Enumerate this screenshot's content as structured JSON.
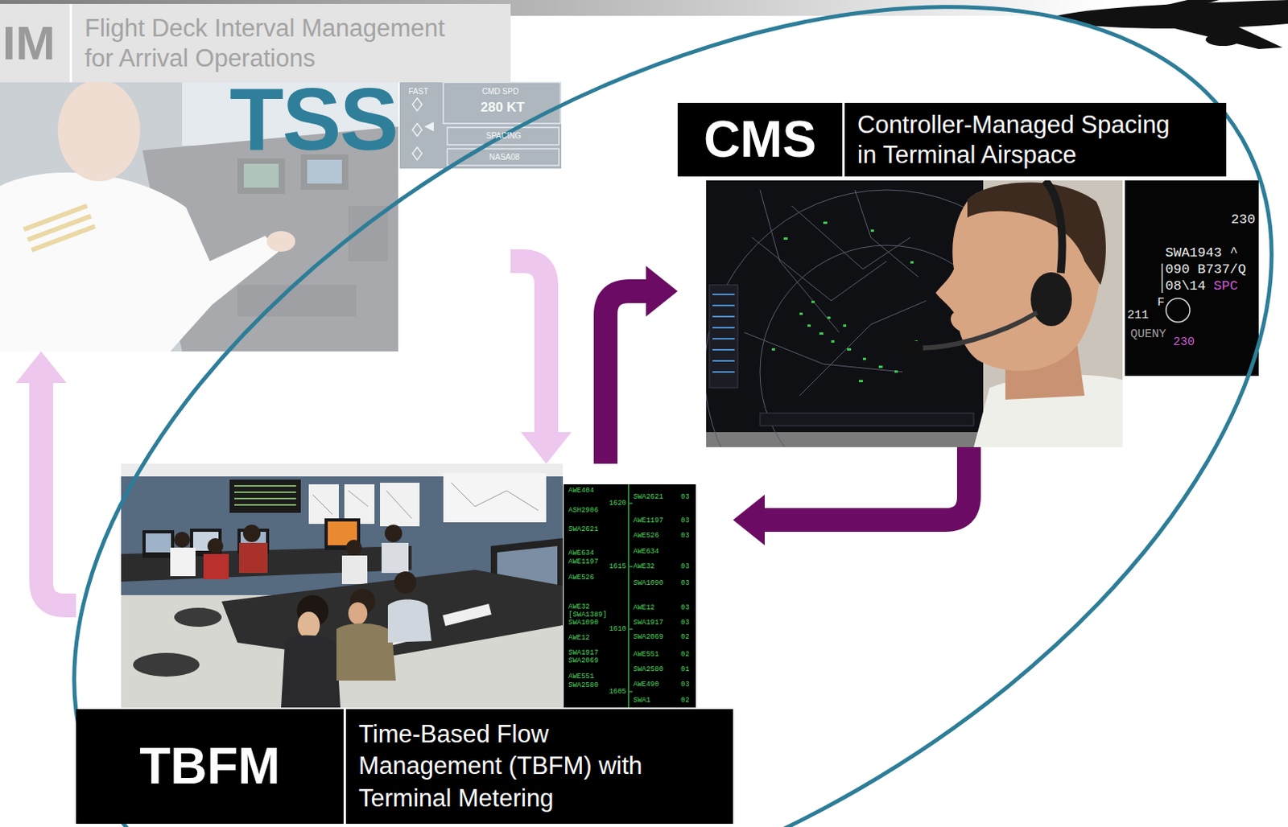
{
  "diagram": {
    "nodes": [
      {
        "text": [
          "IM",
          "Flight Deck Interval Management for Arrival Operations"
        ]
      },
      {
        "text": [
          "TSS"
        ]
      },
      {
        "text": [
          "CMS",
          "Controller-Managed Spacing in Terminal Airspace"
        ],
        "in": 1
      },
      {
        "text": [
          "TBFM",
          "Time-Based Flow Management (TBFM) with Terminal Metering"
        ],
        "in": 1
      }
    ],
    "edges": [
      {
        "from": 3,
        "to": 2,
        "arrow": "to"
      },
      {
        "from": 2,
        "to": 3,
        "arrow": "to"
      },
      {
        "from": 0,
        "to": 3,
        "arrow": "to"
      },
      {
        "from": 3,
        "to": 0,
        "arrow": "to"
      }
    ],
    "labels": [
      "FAST",
      "CMD SPD",
      "280 KT",
      "SPACING",
      "NASA08",
      "230",
      "SWA1943 ^",
      "090 B737/Q",
      "08\\14",
      "SPC",
      "211",
      "F",
      "QUENY",
      "230",
      "AWE404",
      "ASH2906",
      "SWA2621",
      "AWE634",
      "AWE1197",
      "AWE526",
      "AWE32",
      "[SWA1389]",
      "SWA1090",
      "AWE12",
      "SWA1917",
      "SWA2069",
      "AWE551",
      "SWA2580",
      "1620",
      "1615",
      "1610",
      "1605",
      "SWA2621",
      "03",
      "AWE1197",
      "03",
      "AWE526",
      "03",
      "AWE634",
      "AWE32",
      "03",
      "SWA1090",
      "03",
      "AWE12",
      "03",
      "SWA1917",
      "03",
      "SWA2069",
      "02",
      "AWE551",
      "02",
      "SWA2580",
      "01",
      "AWE490",
      "03",
      "SWA1",
      "02"
    ]
  }
}
